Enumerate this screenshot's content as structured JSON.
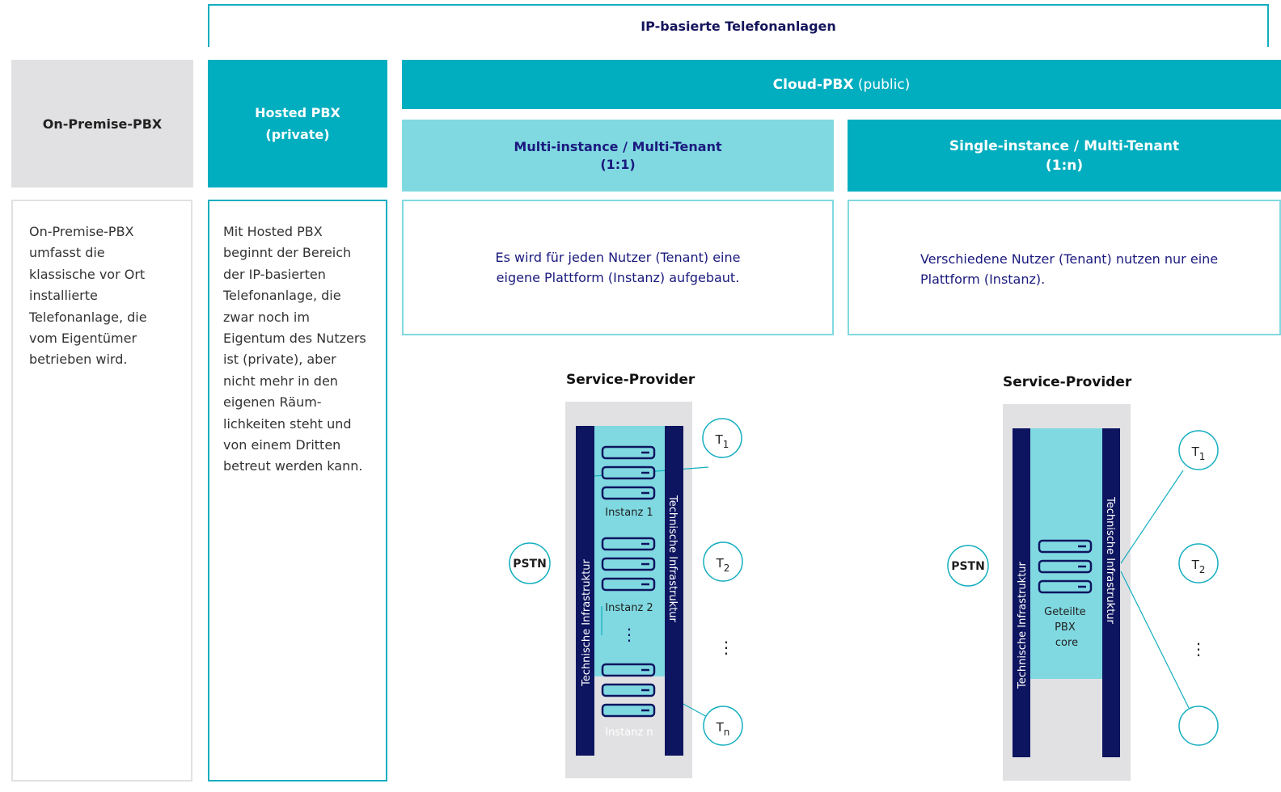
{
  "header": {
    "title": "IP-basierte Telefonanlagen"
  },
  "columns": {
    "on_premise": {
      "title": "On-Premise-PBX",
      "description": "On-Premise-PBX umfasst die klassische vor Ort installierte Telefonanlage, die vom Eigentümer betrieben wird."
    },
    "hosted": {
      "title_line1": "Hosted PBX",
      "title_line2": "(private)",
      "description": "Mit Hosted PBX beginnt der Bereich der IP-basierten Telefonanlage, die zwar noch im Eigentum des Nutzers ist (private), aber nicht mehr in den eigenen Räum-lichkeiten steht und von einem Dritten betreut werden kann."
    },
    "cloud": {
      "title_bold": "Cloud-PBX",
      "title_suffix": " (public)"
    },
    "multi_instance": {
      "title_line1": "Multi-instance / Multi-Tenant",
      "title_line2": "(1:1)",
      "description": "Es wird für jeden Nutzer (Tenant) eine\n eigene Plattform (Instanz) aufgebaut."
    },
    "single_instance": {
      "title_line1": "Single-instance / Multi-Tenant",
      "title_line2": "(1:n)",
      "description": "Verschiedene Nutzer (Tenant) nutzen nur eine\nPlattform (Instanz)."
    }
  },
  "diagram_multi": {
    "title": "Service-Provider",
    "pstn": "PSTN",
    "infra_label": "Technische Infrastruktur",
    "instance_labels": [
      "Instanz 1",
      "Instanz 2",
      "Instanz n"
    ],
    "dots": "⋮",
    "tenants": [
      {
        "base": "T",
        "sub": "1"
      },
      {
        "base": "T",
        "sub": "2"
      },
      {
        "base": "T",
        "sub": "n"
      }
    ]
  },
  "diagram_single": {
    "title": "Service-Provider",
    "pstn": "PSTN",
    "infra_label": "Technische Infrastruktur",
    "core_label_lines": [
      "Geteilte",
      "PBX",
      "core"
    ],
    "dots": "⋮",
    "tenants": [
      {
        "base": "T",
        "sub": "1"
      },
      {
        "base": "T",
        "sub": "2"
      },
      {
        "base": "",
        "sub": ""
      }
    ]
  },
  "colors": {
    "teal": "#00aebf",
    "light_teal": "#80d9e1",
    "navy": "#0e1560",
    "grey": "#e1e1e3"
  }
}
